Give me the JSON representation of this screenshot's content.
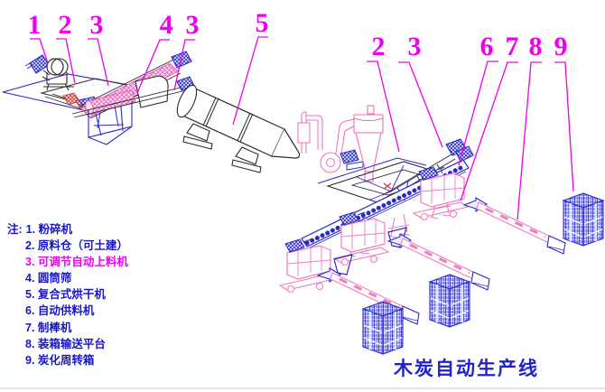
{
  "title": {
    "text": "木炭自动生产线"
  },
  "legend": {
    "prefix": "注:",
    "items": [
      {
        "label": "1. 粉碎机",
        "highlight": false
      },
      {
        "label": "2. 原料仓（可土建）",
        "highlight": false
      },
      {
        "label": "3. 可调节自动上料机",
        "highlight": true
      },
      {
        "label": "4. 圆筒筛",
        "highlight": false
      },
      {
        "label": "5. 复合式烘干机",
        "highlight": false
      },
      {
        "label": "6. 自动供料机",
        "highlight": false
      },
      {
        "label": "7. 制棒机",
        "highlight": false
      },
      {
        "label": "8. 装箱输送平台",
        "highlight": false
      },
      {
        "label": "9. 炭化周转箱",
        "highlight": false
      }
    ]
  },
  "callouts": {
    "left": [
      {
        "label": "1"
      },
      {
        "label": "2"
      },
      {
        "label": "3"
      },
      {
        "label": "4"
      },
      {
        "label": "3"
      },
      {
        "label": "5"
      }
    ],
    "right": [
      {
        "label": "2"
      },
      {
        "label": "3"
      },
      {
        "label": "6"
      },
      {
        "label": "7"
      },
      {
        "label": "8"
      },
      {
        "label": "9"
      }
    ]
  },
  "colors": {
    "callout_magenta": "#ee00ee",
    "legend_blue": "#1616c8",
    "legend_highlight": "#f000f0",
    "title_blue": "#2222cc",
    "machine_blue": "#2a2ac8",
    "machine_pink": "#ee7cc0",
    "outline_black": "#2b2b2b",
    "accent_red": "#cc3333"
  }
}
